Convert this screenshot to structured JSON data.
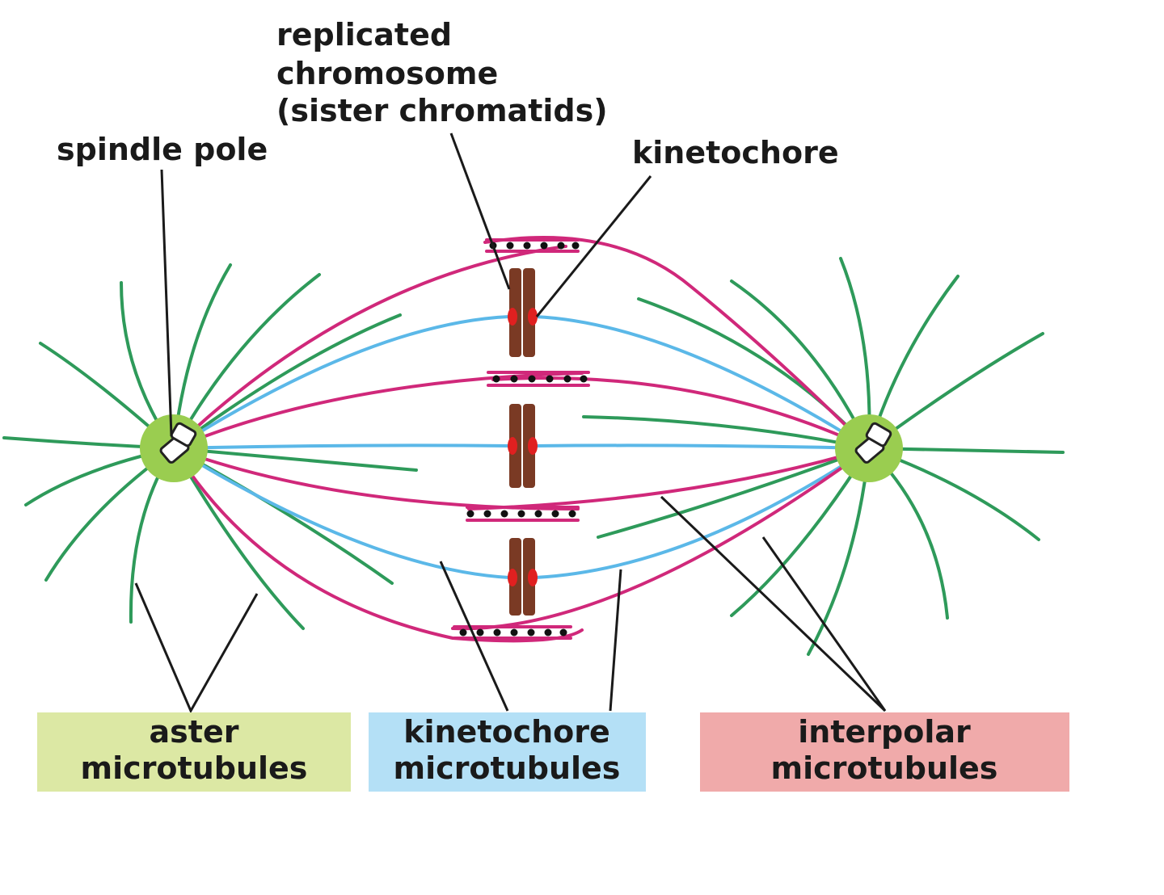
{
  "labels": {
    "replicated_chromosome": [
      "replicated",
      "chromosome",
      "(sister chromatids)"
    ],
    "spindle_pole": "spindle pole",
    "kinetochore": "kinetochore"
  },
  "legend": {
    "aster": [
      "aster",
      "microtubules"
    ],
    "kinetochore_mt": [
      "kinetochore",
      "microtubules"
    ],
    "interpolar": [
      "interpolar",
      "microtubules"
    ]
  },
  "colors": {
    "aster_box": "#dce8a4",
    "kinetochore_box": "#b4e0f6",
    "interpolar_box": "#f0aaaa",
    "aster_microtubule": "#2e9a5a",
    "kinetochore_microtubule": "#5bb8e8",
    "interpolar_microtubule": "#d0287a",
    "chromatid": "#7a3a24",
    "kinetochore": "#e02020",
    "spindle_pole": "#9acd50"
  }
}
